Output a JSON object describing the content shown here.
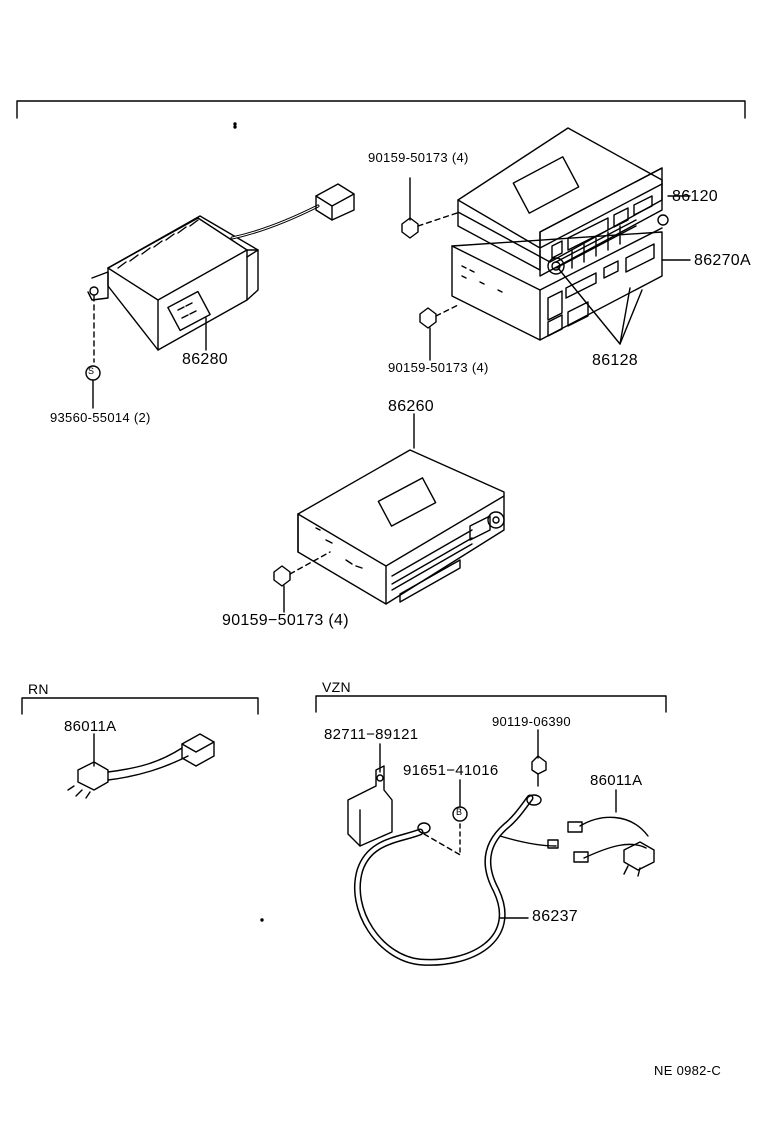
{
  "labels": {
    "p86120": "86120",
    "p86270a": "86270A",
    "p86128": "86128",
    "p86280": "86280",
    "p86260": "86260",
    "bolt_top": "90159-50173 (4)",
    "bolt_mid": "90159-50173 (4)",
    "bolt_center": "90159−50173 (4)",
    "screw_s": "93560-55014 (2)",
    "p86011a_rn": "86011A",
    "p82711": "82711−89121",
    "p90119": "90119-06390",
    "p91651": "91651−41016",
    "p86011a_vzn": "86011A",
    "p86237": "86237",
    "s_mark": "S",
    "b_mark": "B"
  },
  "sections": {
    "rn": "RN",
    "vzn": "VZN"
  },
  "footer": {
    "code": "NE  0982-C"
  }
}
